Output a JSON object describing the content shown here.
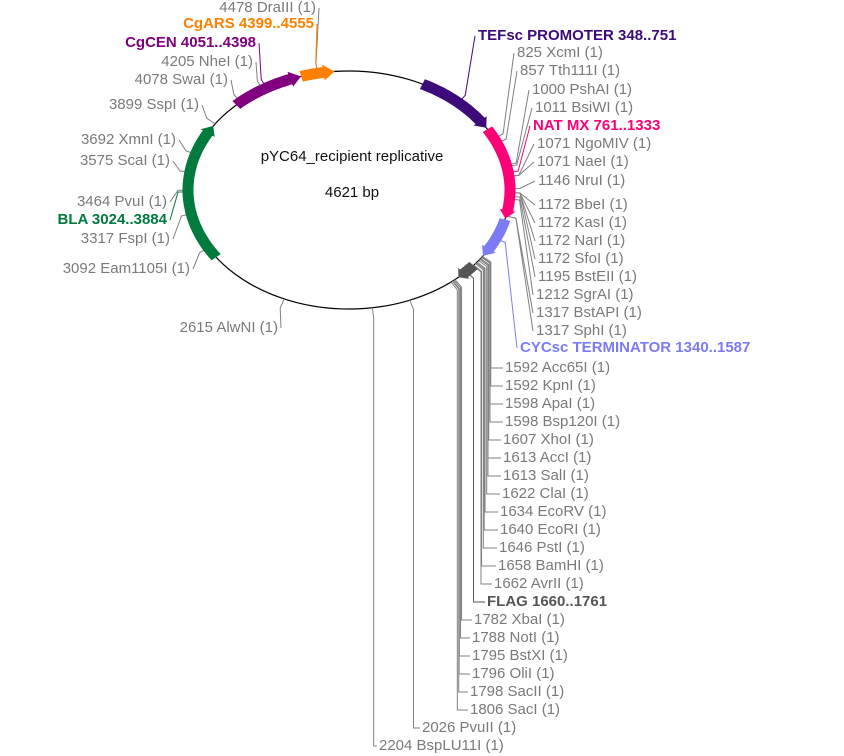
{
  "map": {
    "title": "pYC64_recipient replicative",
    "size_label": "4621 bp",
    "length": 4621
  },
  "features": [
    {
      "label": "TEFsc PROMOTER 348..751",
      "start": 348,
      "end": 751,
      "color": "#3d0a7a"
    },
    {
      "label": "NAT MX 761..1333",
      "start": 761,
      "end": 1333,
      "color": "#ff0077"
    },
    {
      "label": "CYCsc TERMINATOR 1340..1587",
      "start": 1340,
      "end": 1587,
      "color": "#7b7bf5"
    },
    {
      "label": "FLAG 1660..1761",
      "start": 1660,
      "end": 1761,
      "color": "#555555"
    },
    {
      "label": "BLA 3024..3884",
      "start": 3024,
      "end": 3884,
      "color": "#007a3d"
    },
    {
      "label": "CgCEN 4051..4398",
      "start": 4051,
      "end": 4398,
      "color": "#800080"
    },
    {
      "label": "CgARS 4399..4555",
      "start": 4399,
      "end": 4555,
      "color": "#ff8000"
    }
  ],
  "sites": [
    {
      "label": "825 XcmI (1)",
      "bp": 825
    },
    {
      "label": "857 Tth111I (1)",
      "bp": 857
    },
    {
      "label": "1000 PshAI (1)",
      "bp": 1000
    },
    {
      "label": "1011 BsiWI (1)",
      "bp": 1011
    },
    {
      "label": "1071 NgoMIV (1)",
      "bp": 1071
    },
    {
      "label": "1071 NaeI (1)",
      "bp": 1071
    },
    {
      "label": "1146 NruI (1)",
      "bp": 1146
    },
    {
      "label": "1172 BbeI (1)",
      "bp": 1172
    },
    {
      "label": "1172 KasI (1)",
      "bp": 1172
    },
    {
      "label": "1172 NarI (1)",
      "bp": 1172
    },
    {
      "label": "1172 SfoI (1)",
      "bp": 1172
    },
    {
      "label": "1195 BstEII (1)",
      "bp": 1195
    },
    {
      "label": "1212 SgrAI (1)",
      "bp": 1212
    },
    {
      "label": "1317 BstAPI (1)",
      "bp": 1317
    },
    {
      "label": "1317 SphI (1)",
      "bp": 1317
    },
    {
      "label": "1592 Acc65I (1)",
      "bp": 1592
    },
    {
      "label": "1592 KpnI (1)",
      "bp": 1592
    },
    {
      "label": "1598 ApaI (1)",
      "bp": 1598
    },
    {
      "label": "1598 Bsp120I (1)",
      "bp": 1598
    },
    {
      "label": "1607 XhoI (1)",
      "bp": 1607
    },
    {
      "label": "1613 AccI (1)",
      "bp": 1613
    },
    {
      "label": "1613 SalI (1)",
      "bp": 1613
    },
    {
      "label": "1622 ClaI (1)",
      "bp": 1622
    },
    {
      "label": "1634 EcoRV (1)",
      "bp": 1634
    },
    {
      "label": "1640 EcoRI (1)",
      "bp": 1640
    },
    {
      "label": "1646 PstI (1)",
      "bp": 1646
    },
    {
      "label": "1658 BamHI (1)",
      "bp": 1658
    },
    {
      "label": "1662 AvrII (1)",
      "bp": 1662
    },
    {
      "label": "1782 XbaI (1)",
      "bp": 1782
    },
    {
      "label": "1788 NotI (1)",
      "bp": 1788
    },
    {
      "label": "1795 BstXI (1)",
      "bp": 1795
    },
    {
      "label": "1796 OliI (1)",
      "bp": 1796
    },
    {
      "label": "1798 SacII (1)",
      "bp": 1798
    },
    {
      "label": "1806 SacI (1)",
      "bp": 1806
    },
    {
      "label": "2026 PvuII (1)",
      "bp": 2026
    },
    {
      "label": "2204 BspLU11I (1)",
      "bp": 2204
    },
    {
      "label": "2615 AlwNI (1)",
      "bp": 2615
    },
    {
      "label": "3092 Eam1105I (1)",
      "bp": 3092
    },
    {
      "label": "3317 FspI (1)",
      "bp": 3317
    },
    {
      "label": "3464 PvuI (1)",
      "bp": 3464
    },
    {
      "label": "3575 ScaI (1)",
      "bp": 3575
    },
    {
      "label": "3692 XmnI (1)",
      "bp": 3692
    },
    {
      "label": "3899 SspI (1)",
      "bp": 3899
    },
    {
      "label": "4078 SwaI (1)",
      "bp": 4078
    },
    {
      "label": "4205 NheI (1)",
      "bp": 4205
    },
    {
      "label": "4478 DraIII (1)",
      "bp": 4478
    }
  ]
}
